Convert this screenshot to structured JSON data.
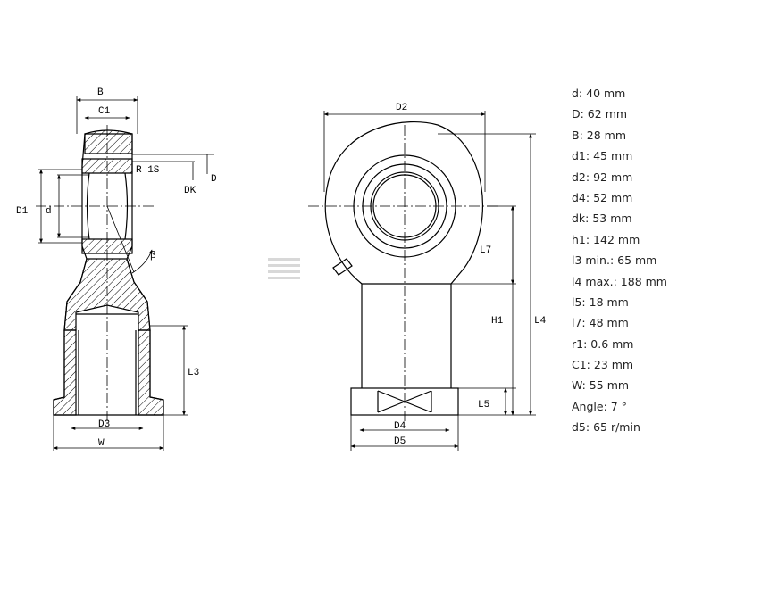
{
  "drawing_labels": {
    "B": "B",
    "C1": "C1",
    "R1S": "R 1S",
    "DK": "DK",
    "D": "D",
    "D1": "D1",
    "d": "d",
    "beta": "β",
    "L3": "L3",
    "D3": "D3",
    "W": "W",
    "D2": "D2",
    "L7": "L7",
    "H1": "H1",
    "L4": "L4",
    "L5": "L5",
    "D4": "D4",
    "D5": "D5"
  },
  "specs": [
    "d: 40 mm",
    "D: 62 mm",
    "B: 28 mm",
    "d1: 45 mm",
    "d2: 92 mm",
    "d4: 52 mm",
    "dk: 53 mm",
    "h1: 142 mm",
    "l3 min.: 65 mm",
    "l4 max.: 188 mm",
    "l5: 18 mm",
    "l7: 48 mm",
    "r1: 0.6 mm",
    "C1: 23 mm",
    "W: 55 mm",
    "Angle: 7 °",
    "d5: 65 r/min"
  ],
  "colors": {
    "line": "#000000",
    "text": "#222222",
    "watermark": "#d8d8d8"
  }
}
